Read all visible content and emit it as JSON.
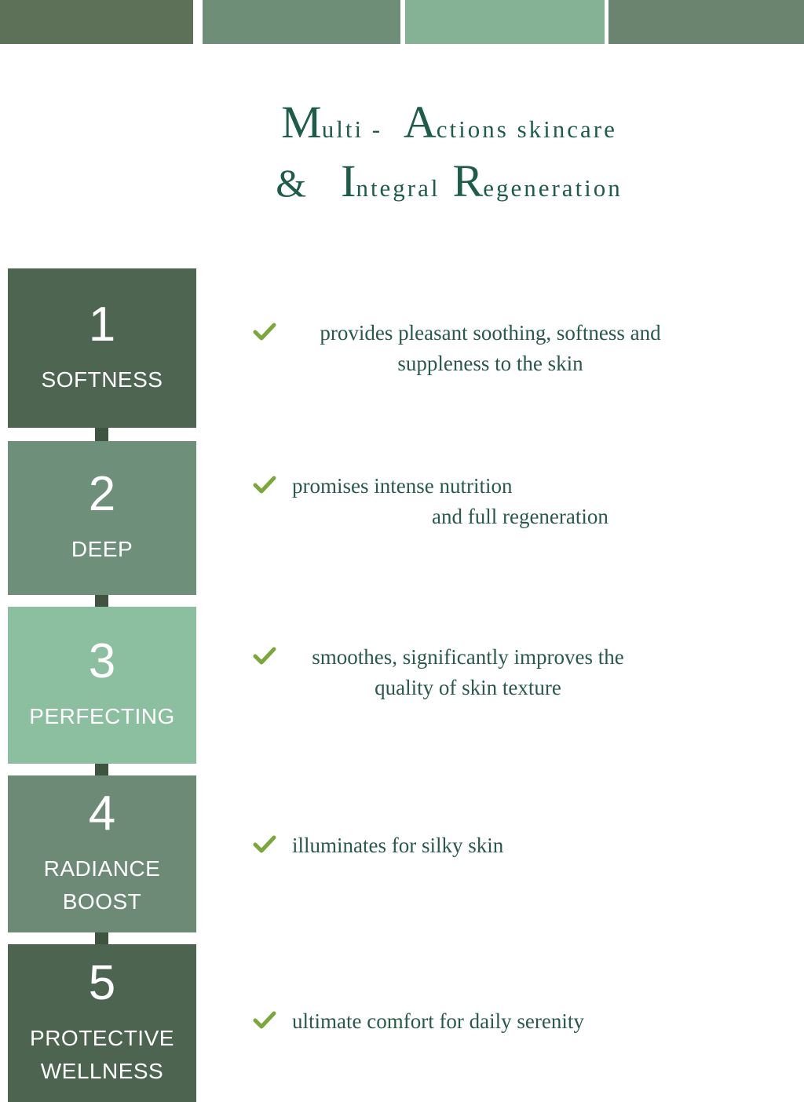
{
  "header": {
    "segments": [
      {
        "color": "#5c7158"
      },
      {
        "color": "#6e8e77"
      },
      {
        "color": "#85b294"
      },
      {
        "color": "#6b8470"
      }
    ]
  },
  "title": {
    "line1": {
      "big1": "M",
      "rest1": "ulti - ",
      "big2": "A",
      "rest2": "ctions skincare"
    },
    "line2": {
      "amp": "&",
      "big1": "I",
      "rest1": "ntegral",
      "big2": "R",
      "rest2": "egeneration"
    }
  },
  "steps": [
    {
      "number": "1",
      "label_line1": "SOFTNESS",
      "label_line2": "",
      "color": "#4d6551"
    },
    {
      "number": "2",
      "label_line1": "DEEP",
      "label_line2": "",
      "color": "#6e8f7a"
    },
    {
      "number": "3",
      "label_line1": "PERFECTING",
      "label_line2": "",
      "color": "#8cbfa0"
    },
    {
      "number": "4",
      "label_line1": "RADIANCE",
      "label_line2": "BOOST",
      "color": "#6d8a77"
    },
    {
      "number": "5",
      "label_line1": "PROTECTIVE",
      "label_line2": "WELLNESS",
      "color": "#4d6550"
    }
  ],
  "bullets": [
    {
      "line1": "provides pleasant soothing, softness and",
      "line2": "suppleness to the skin"
    },
    {
      "line1": "promises intense nutrition",
      "line2": "and full regeneration"
    },
    {
      "line1": "smoothes, significantly improves the",
      "line2": "quality of skin texture"
    },
    {
      "line1": "illuminates for silky skin",
      "line2": ""
    },
    {
      "line1": "ultimate comfort for daily serenity",
      "line2": ""
    }
  ],
  "icons": {
    "bullet": "check-icon"
  },
  "colors": {
    "check": "#7aa83e",
    "connector": "#3e5340",
    "title_text": "#1e5c49",
    "body_text": "#2a5a47"
  }
}
